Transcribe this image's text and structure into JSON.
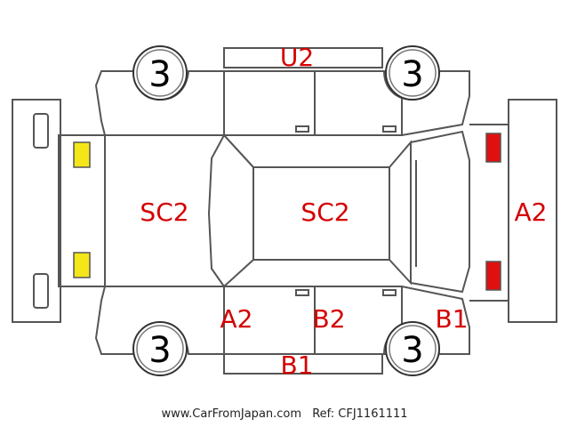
{
  "diagram": {
    "tires": {
      "front_left": "3",
      "front_right": "3",
      "rear_left": "3",
      "rear_right": "3"
    },
    "labels": {
      "roof_top": "U2",
      "hood": "SC2",
      "roof": "SC2",
      "rear_right": "A2",
      "left_side_front": "A2",
      "left_side_rear": "B2",
      "right_side_rear": "B1",
      "bottom": "B1"
    },
    "colors": {
      "outline": "#555555",
      "damage_text": "#d40000",
      "front_lamp": "#f5e61a",
      "rear_lamp": "#e01010"
    }
  },
  "footer": {
    "site": "www.CarFromJapan.com",
    "ref": "Ref: CFJ1161111"
  }
}
